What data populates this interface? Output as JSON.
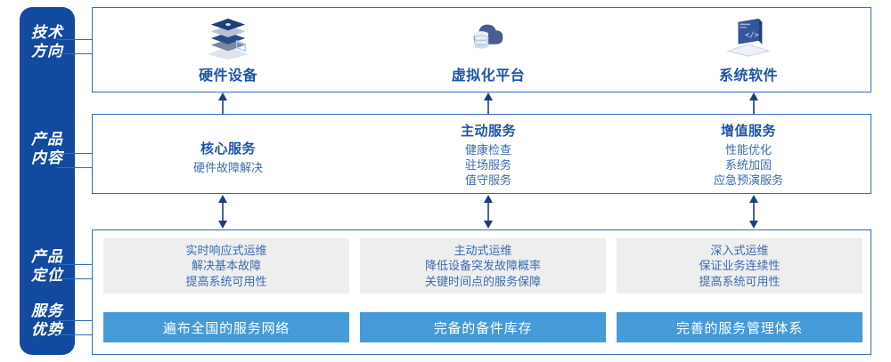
{
  "rail": {
    "labels": [
      {
        "id": "tech",
        "line1": "技术",
        "line2": "方向"
      },
      {
        "id": "content",
        "line1": "产品",
        "line2": "内容"
      },
      {
        "id": "position",
        "line1": "产品",
        "line2": "定位"
      },
      {
        "id": "advantage",
        "line1": "服务",
        "line2": "优势"
      }
    ]
  },
  "tech_row": {
    "columns": [
      {
        "icon": "server-stack-icon",
        "title": "硬件设备"
      },
      {
        "icon": "cloud-database-icon",
        "title": "虚拟化平台"
      },
      {
        "icon": "laptop-code-icon",
        "title": "系统软件"
      }
    ]
  },
  "content_row": {
    "columns": [
      {
        "head": "核心服务",
        "items": [
          "硬件故障解决"
        ]
      },
      {
        "head": "主动服务",
        "items": [
          "健康检查",
          "驻场服务",
          "值守服务"
        ]
      },
      {
        "head": "增值服务",
        "items": [
          "性能优化",
          "系统加固",
          "应急预演服务"
        ]
      }
    ]
  },
  "position_row": {
    "cards": [
      {
        "lines": [
          "实时响应式运维",
          "解决基本故障",
          "提高系统可用性"
        ]
      },
      {
        "lines": [
          "主动式运维",
          "降低设备突发故障概率",
          "关键时间点的服务保障"
        ]
      },
      {
        "lines": [
          "深入式运维",
          "保证业务连续性",
          "提高系统可用性"
        ]
      }
    ]
  },
  "advantage_row": {
    "bars": [
      {
        "label": "遍布全国的服务网络"
      },
      {
        "label": "完备的备件库存"
      },
      {
        "label": "完善的服务管理体系"
      }
    ]
  },
  "colors": {
    "rail_blue": "#114a9e",
    "border_blue": "#2f6fbc",
    "title_blue": "#1d55a5",
    "text_blue": "#3b6cb0",
    "bar_blue": "#459ad7",
    "card_grey": "#eeeeee",
    "white": "#ffffff"
  }
}
